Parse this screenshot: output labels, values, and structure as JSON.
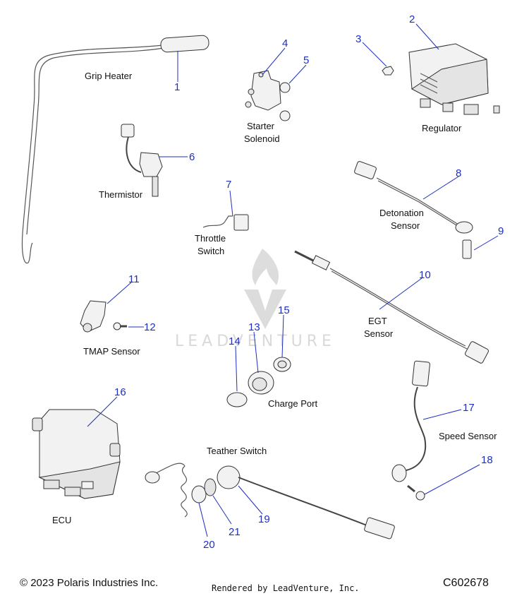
{
  "watermark": {
    "brand": "LEADVENTURE"
  },
  "callouts": [
    "1",
    "2",
    "3",
    "4",
    "5",
    "6",
    "7",
    "8",
    "9",
    "10",
    "11",
    "12",
    "13",
    "14",
    "15",
    "16",
    "17",
    "18",
    "19",
    "20",
    "21"
  ],
  "labels": {
    "grip_heater": "Grip Heater",
    "starter_solenoid_1": "Starter",
    "starter_solenoid_2": "Solenoid",
    "regulator": "Regulator",
    "thermistor": "Thermistor",
    "throttle_switch_1": "Throttle",
    "throttle_switch_2": "Switch",
    "detonation_sensor_1": "Detonation",
    "detonation_sensor_2": "Sensor",
    "egt_sensor_1": "EGT",
    "egt_sensor_2": "Sensor",
    "tmap_sensor": "TMAP Sensor",
    "charge_port": "Charge Port",
    "speed_sensor": "Speed Sensor",
    "teather_switch": "Teather Switch",
    "ecu": "ECU"
  },
  "footer": {
    "copyright": "© 2023 Polaris Industries Inc.",
    "rendered_by": "Rendered by LeadVenture, Inc.",
    "code": "C602678"
  }
}
